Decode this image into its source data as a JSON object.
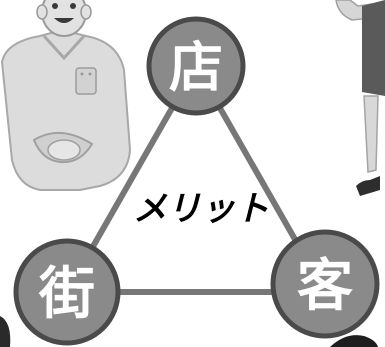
{
  "diagram": {
    "center_label": "メリット",
    "nodes": {
      "shop": {
        "label": "店"
      },
      "town": {
        "label": "街"
      },
      "customer": {
        "label": "客"
      }
    }
  },
  "colors": {
    "node_fill": "#8a8a8a",
    "node_stroke": "#4a4a4a",
    "edge": "#777777",
    "figure_light": "#dcdcdc",
    "figure_mid": "#b8b8b8",
    "figure_dark": "#3a3a3a",
    "background": "#ffffff"
  },
  "icons": [
    "shopkeeper-figure",
    "woman-figure"
  ]
}
